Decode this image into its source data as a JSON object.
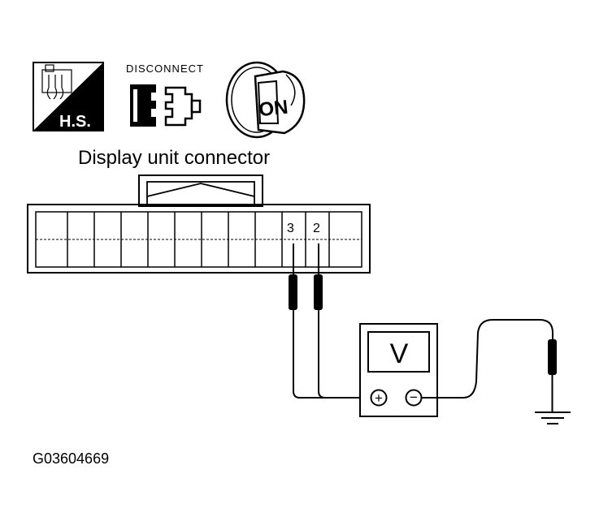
{
  "icons": {
    "hs_label": "H.S.",
    "disconnect_label": "DISCONNECT",
    "ignition_label": "ON"
  },
  "title": "Display unit connector",
  "terminals": {
    "left": "3",
    "right": "2"
  },
  "meter_symbol": "V",
  "polarity": {
    "positive": "+",
    "negative": "−"
  },
  "figure_id": "G03604669",
  "colors": {
    "line": "#000000",
    "background": "#ffffff",
    "hatch_gray": "#888888"
  }
}
